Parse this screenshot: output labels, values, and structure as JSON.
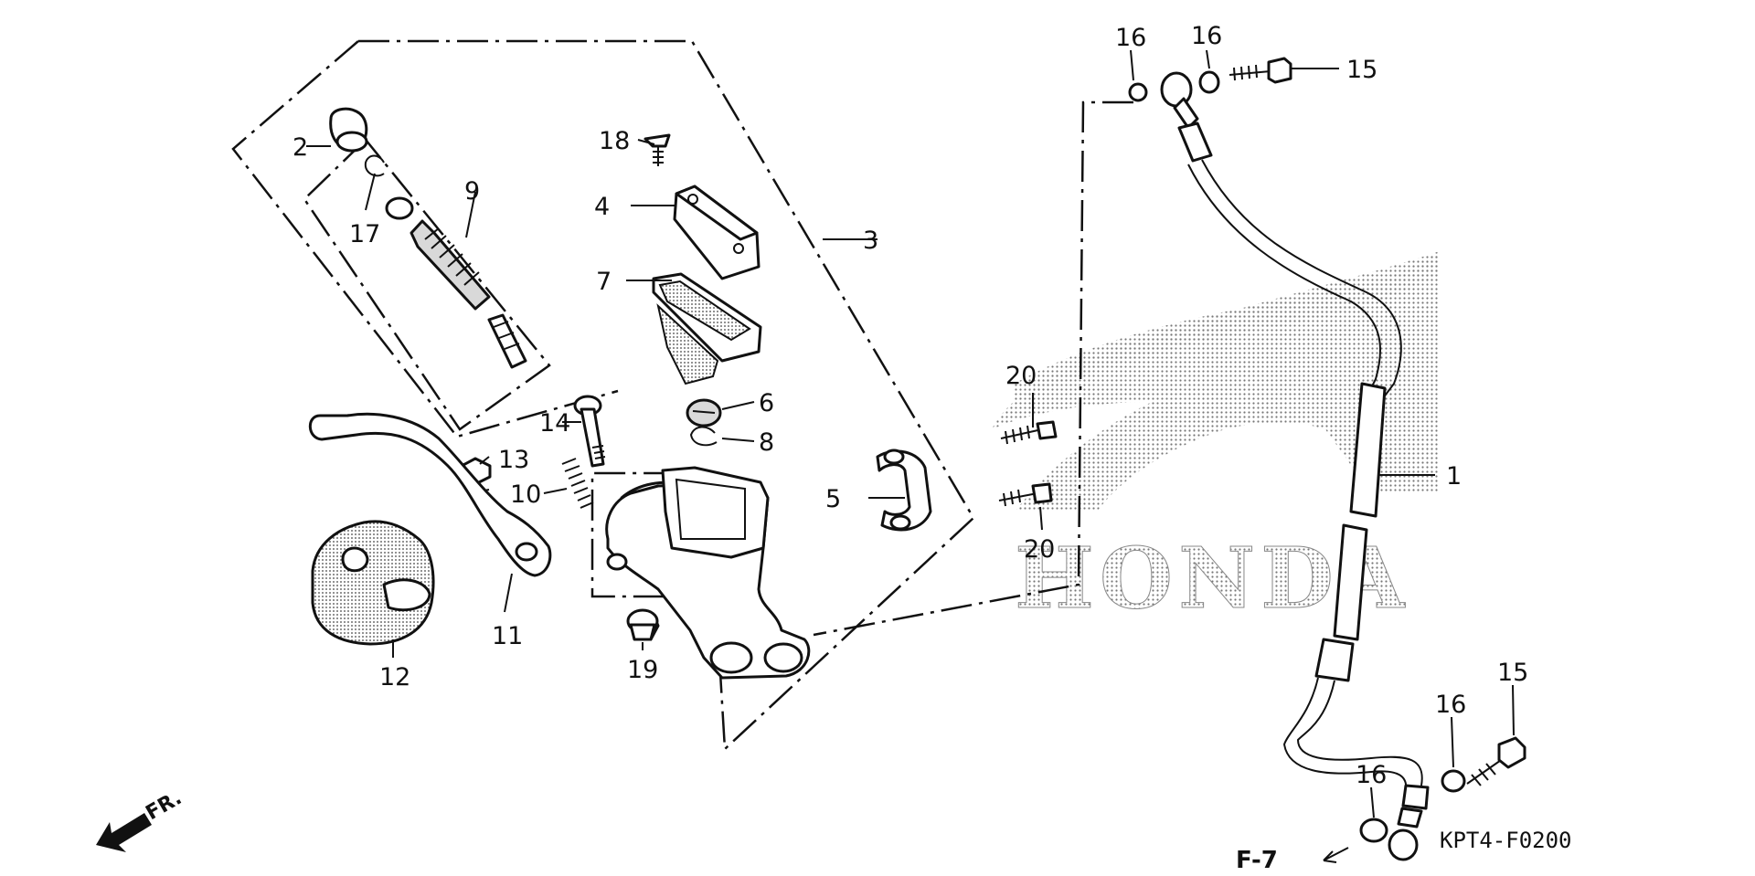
{
  "diagram": {
    "watermark": "HONDA",
    "drawing_code": "KPT4-F0200",
    "reference": "F-7",
    "direction_label": "FR.",
    "callouts": {
      "c1": "1",
      "c2": "2",
      "c3": "3",
      "c4": "4",
      "c5": "5",
      "c6": "6",
      "c7": "7",
      "c8": "8",
      "c9": "9",
      "c10": "10",
      "c11": "11",
      "c12": "12",
      "c13": "13",
      "c14": "14",
      "c15a": "15",
      "c15b": "15",
      "c16a": "16",
      "c16b": "16",
      "c16c": "16",
      "c16d": "16",
      "c17": "17",
      "c18": "18",
      "c19": "19",
      "c20a": "20",
      "c20b": "20"
    }
  }
}
